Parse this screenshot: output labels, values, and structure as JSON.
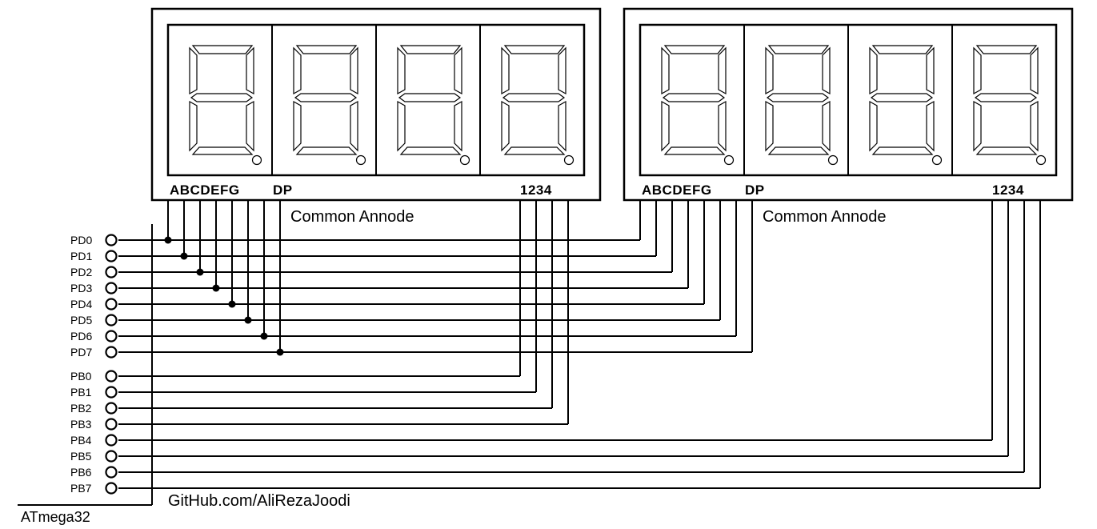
{
  "diagram": {
    "displays": [
      {
        "segment_pins_label": "ABCDEFG",
        "dp_label": "DP",
        "digit_pins_label": "1234",
        "type_label": "Common Annode"
      },
      {
        "segment_pins_label": "ABCDEFG",
        "dp_label": "DP",
        "digit_pins_label": "1234",
        "type_label": "Common Annode"
      }
    ],
    "port_d_pins": [
      "PD0",
      "PD1",
      "PD2",
      "PD3",
      "PD4",
      "PD5",
      "PD6",
      "PD7"
    ],
    "port_b_pins": [
      "PB0",
      "PB1",
      "PB2",
      "PB3",
      "PB4",
      "PB5",
      "PB6",
      "PB7"
    ],
    "microcontroller": "ATmega32",
    "credit": "GitHub.com/AliRezaJoodi"
  }
}
